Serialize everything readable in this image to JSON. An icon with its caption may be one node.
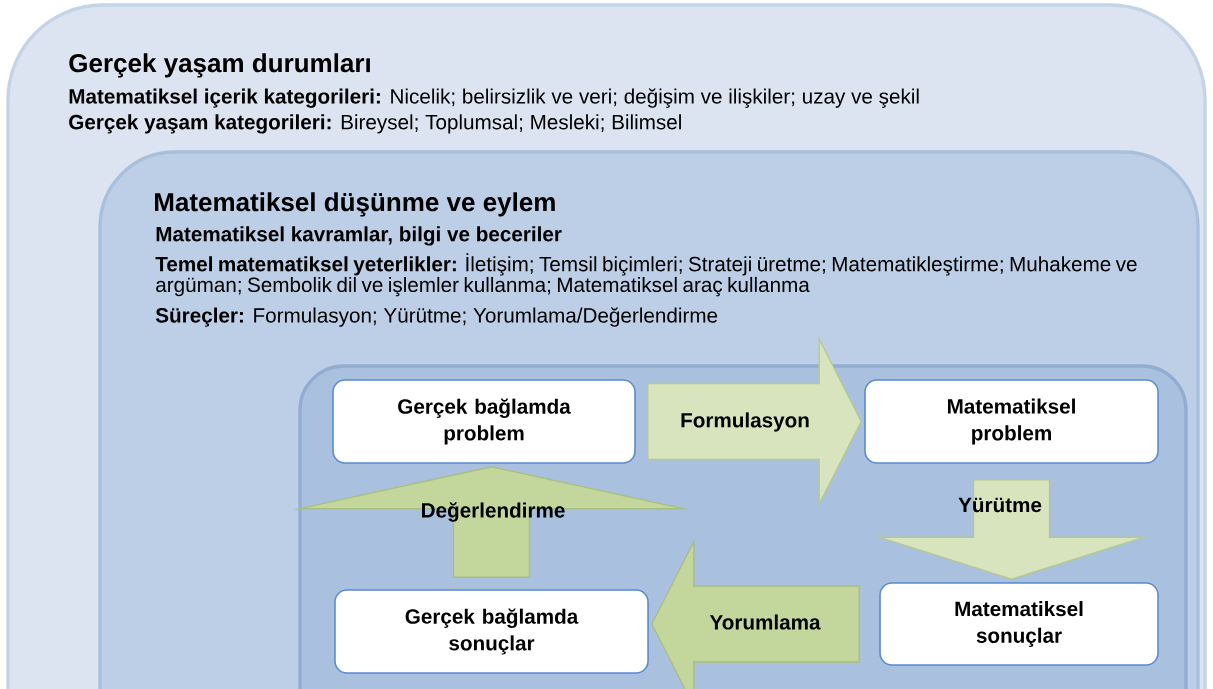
{
  "diagram": {
    "nodes": [
      {
        "text": [
          "Gerçek yaşam durumları",
          "**Matematiksel içerik kategorileri:** Nicelik; belirsizlik ve veri; değişim ve ilişkiler; uzay ve şekil",
          "**Gerçek yaşam kategorileri:** Bireysel; Toplumsal; Mesleki; Bilimsel"
        ]
      },
      {
        "text": [
          "Matematiksel düşünme ve eylem",
          "Matematiksel kavramlar, bilgi ve beceriler",
          "**Temel matematiksel yeterlikler:** İletişim; Temsil biçimleri; Strateji üretme; Matematikleştirme; Muhakeme ve argüman; Sembolik dil ve işlemler kullanma; Matematiksel araç kullanma",
          "**Süreçler:** Formulasyon; Yürütme; Yorumlama/Değerlendirme"
        ],
        "in": 0
      },
      {
        "text": [],
        "shape": "box",
        "in": 1
      },
      {
        "text": [
          "Gerçek bağlamda problem"
        ],
        "in": 2
      },
      {
        "text": [
          "Matematiksel problem"
        ],
        "in": 2
      },
      {
        "text": [
          "Gerçek bağlamda sonuçlar"
        ],
        "in": 2
      },
      {
        "text": [
          "Matematiksel sonuçlar"
        ],
        "in": 2
      }
    ],
    "edges": [
      {
        "from": 3,
        "to": 4,
        "arrow": "to",
        "label": "Formulasyon",
        "color": "#d7e4bd"
      },
      {
        "from": 4,
        "to": 6,
        "arrow": "to",
        "label": "Yürütme",
        "color": "#d7e4bd"
      },
      {
        "from": 6,
        "to": 5,
        "arrow": "to",
        "label": "Yorumlama",
        "color": "#c3d69b"
      },
      {
        "from": 5,
        "to": 3,
        "arrow": "to",
        "label": "Değerlendirme",
        "color": "#c3d69b"
      }
    ]
  }
}
